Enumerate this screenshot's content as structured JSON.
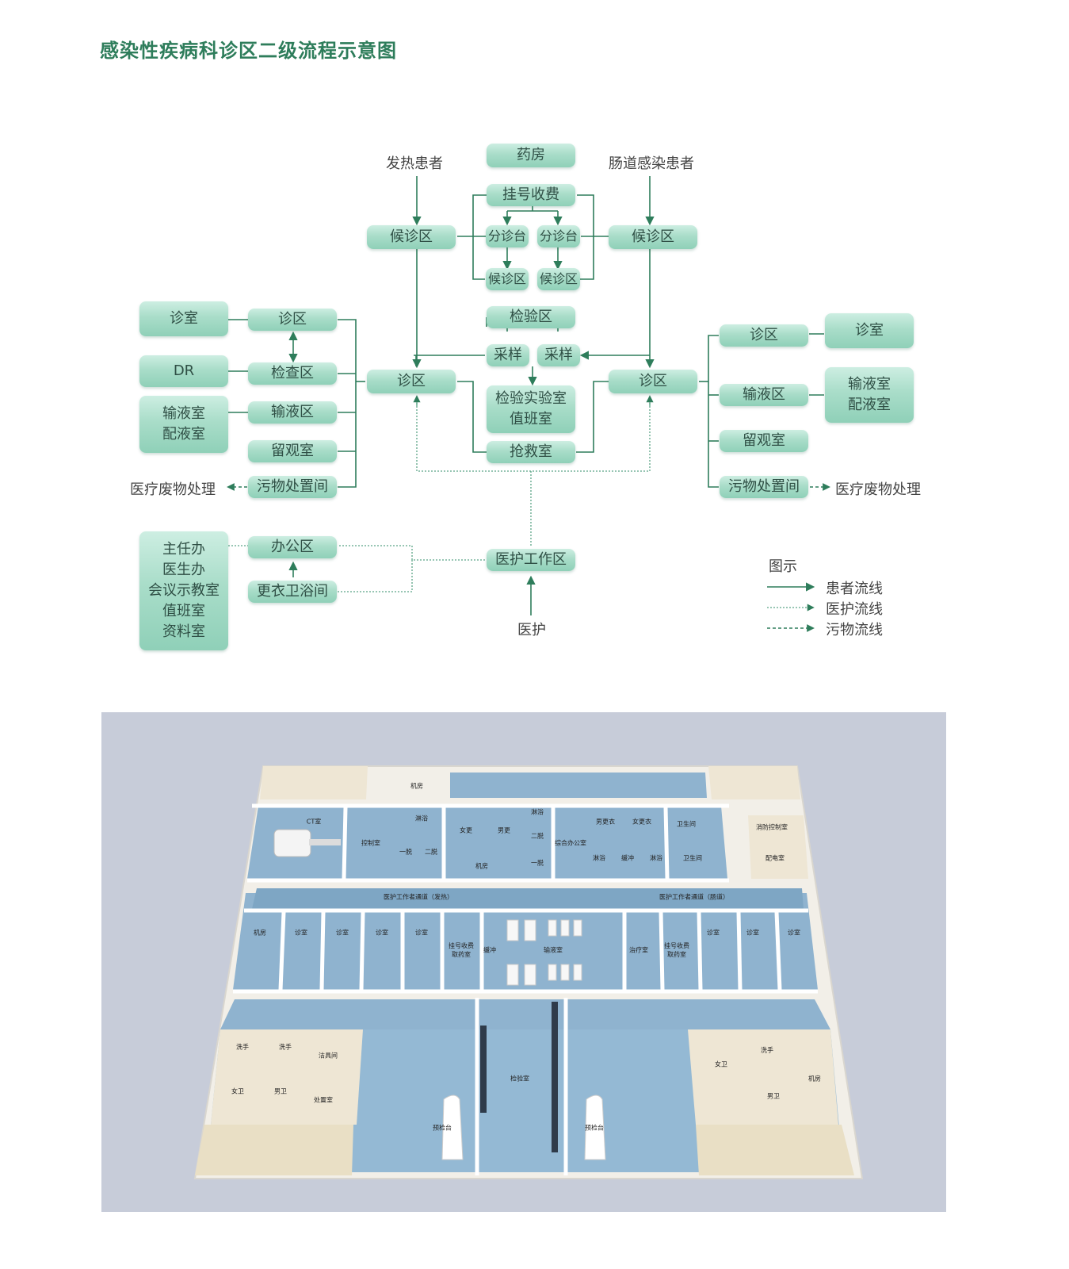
{
  "title": "感染性疾病科诊区二级流程示意图",
  "colors": {
    "title": "#2e7d5b",
    "node": "#a9ddc9",
    "line": "#2e7d5b",
    "plan_bg": "#c7ccd9",
    "floor": "#8fb3cf"
  },
  "labels": {
    "fever_patient": "发热患者",
    "intestinal_patient": "肠道感染患者",
    "medical_waste_left": "医疗废物处理",
    "medical_waste_right": "医疗废物处理",
    "medical_staff": "医护"
  },
  "nodes": {
    "pharmacy": "药房",
    "registration": "挂号收费",
    "triage_1": "分诊台",
    "triage_2": "分诊台",
    "waiting_small_1": "候诊区",
    "waiting_small_2": "候诊区",
    "waiting_left": "候诊区",
    "waiting_right": "候诊区",
    "lab_area": "检验区",
    "sampling_1": "采样",
    "sampling_2": "采样",
    "lab_room": "检验实验室\n值班室",
    "rescue": "抢救室",
    "clinic_left": "诊区",
    "clinic_right": "诊区",
    "left_exam_room": "诊室",
    "left_zone": "诊区",
    "left_dr": "DR",
    "left_check": "检查区",
    "left_infusion_rooms": "输液室\n配液室",
    "left_infusion": "输液区",
    "left_observe": "留观室",
    "left_dirty": "污物处置间",
    "right_zone": "诊区",
    "right_exam_room": "诊室",
    "right_infusion": "输液区",
    "right_infusion_rooms": "输液室\n配液室",
    "right_observe": "留观室",
    "right_dirty": "污物处置间",
    "staff_work": "医护工作区",
    "office": "办公区",
    "changing": "更衣卫浴间",
    "offices_list": "主任办\n医生办\n会议示教室\n值班室\n资料室"
  },
  "legend": {
    "title": "图示",
    "items": [
      "患者流线",
      "医护流线",
      "污物流线"
    ]
  },
  "floor_plan": {
    "rooms": [
      "机房",
      "CT室",
      "控制室",
      "一脱",
      "二脱",
      "淋浴",
      "女更",
      "男更",
      "淋浴",
      "二脱",
      "一脱",
      "综合办公室",
      "机房",
      "男更衣",
      "女更衣",
      "淋浴",
      "缓冲",
      "淋浴",
      "卫生间",
      "卫生间",
      "消防控制室",
      "配电室",
      "医护工作者通道（发热）",
      "医护工作者通道（肠道）",
      "机房",
      "诊室",
      "诊室",
      "诊室",
      "诊室",
      "挂号收费\n取药室",
      "缓冲",
      "输液室",
      "治疗室",
      "挂号收费\n取药室",
      "诊室",
      "诊室",
      "诊室",
      "洗手",
      "洗手",
      "洁具间",
      "女卫",
      "男卫",
      "处置室",
      "检验室",
      "预检台",
      "预检台",
      "女卫",
      "洗手",
      "男卫",
      "机房"
    ]
  }
}
